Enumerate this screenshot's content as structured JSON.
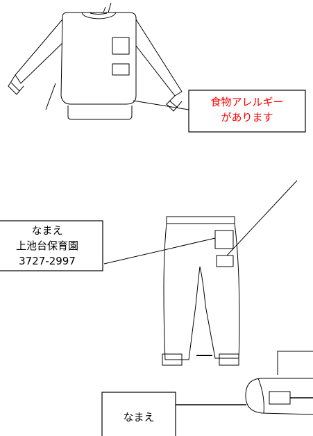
{
  "allergy_note": {
    "line1": "食物アレルギー",
    "line2": "があります",
    "color": "#ff0000"
  },
  "pants_label": {
    "line1": "なまえ",
    "line2": "上池台保育園",
    "line3": "3727-2997"
  },
  "shoe_label": {
    "line1": "なまえ"
  }
}
